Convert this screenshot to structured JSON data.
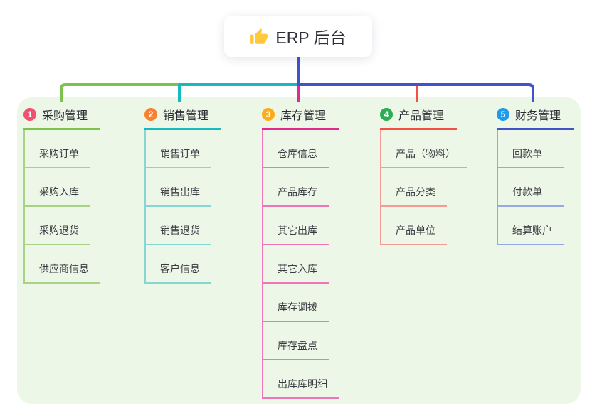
{
  "root": {
    "label": "ERP 后台",
    "icon": "thumbs-up-icon",
    "icon_color": "#FFC83D"
  },
  "panel": {
    "background": "#EDF7E7"
  },
  "branches": [
    {
      "index": "1",
      "title": "采购管理",
      "badge_color": "#F2506E",
      "line_color": "#7DC24D",
      "item_line_color": "#A9D287",
      "items": [
        "采购订单",
        "采购入库",
        "采购退货",
        "供应商信息"
      ]
    },
    {
      "index": "2",
      "title": "销售管理",
      "badge_color": "#F8812F",
      "line_color": "#16BCBB",
      "item_line_color": "#86D6D1",
      "items": [
        "销售订单",
        "销售出库",
        "销售退货",
        "客户信息"
      ]
    },
    {
      "index": "3",
      "title": "库存管理",
      "badge_color": "#FBAC18",
      "line_color": "#E02B8D",
      "item_line_color": "#F075B8",
      "items": [
        "仓库信息",
        "产品库存",
        "其它出库",
        "其它入库",
        "库存调拨",
        "库存盘点",
        "出库库明细"
      ]
    },
    {
      "index": "4",
      "title": "产品管理",
      "badge_color": "#2EAC52",
      "line_color": "#F25045",
      "item_line_color": "#F59B94",
      "items": [
        "产品（物料）",
        "产品分类",
        "产品单位"
      ]
    },
    {
      "index": "5",
      "title": "财务管理",
      "badge_color": "#1E9BE9",
      "line_color": "#4153CB",
      "item_line_color": "#97A9E2",
      "items": [
        "回款单",
        "付款单",
        "结算账户"
      ]
    }
  ],
  "connector": {
    "root_line_color": "#4153CB"
  }
}
